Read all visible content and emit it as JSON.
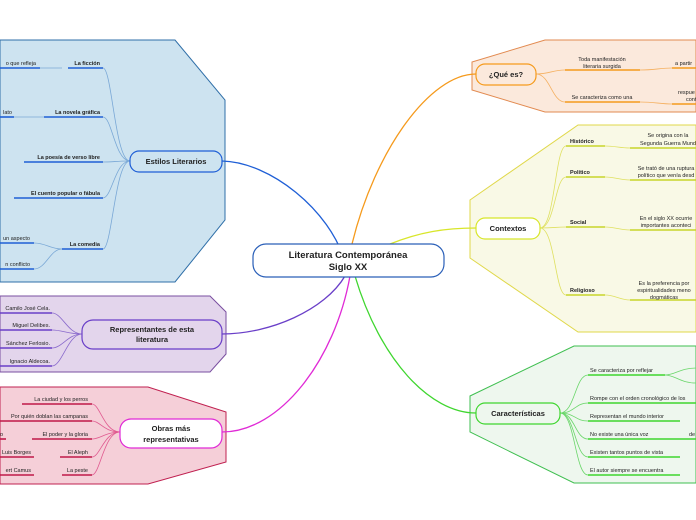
{
  "central": {
    "line1": "Literatura Contemporánea",
    "line2": "Siglo XX"
  },
  "colors": {
    "estilos": "#1f5fd6",
    "representantes": "#6a3fc8",
    "obras": "#e02ad6",
    "que_es": "#f59a1c",
    "contextos": "#d8e62a",
    "caracteristicas": "#3fd62f"
  },
  "estilos": {
    "title": "Estilos Literarios",
    "items": [
      {
        "label": "La ficción",
        "detail": "o que refleja"
      },
      {
        "label": "La novela gráfica",
        "detail": "lato"
      },
      {
        "label": "La poesía de verso libre",
        "detail": ""
      },
      {
        "label": "El cuento popular o fábula",
        "detail": ""
      },
      {
        "label": "La comedia",
        "detail": "un aspecto",
        "detail2": "n conflicto"
      }
    ]
  },
  "representantes": {
    "line1": "Representantes de esta",
    "line2": "literatura",
    "items": [
      "Camilo José Cela.",
      "Miguel Delibes.",
      "Sánchez Ferlosio.",
      "Ignacio Aldecoa."
    ]
  },
  "obras": {
    "line1": "Obras más",
    "line2": "representativas",
    "items": [
      {
        "title": "La ciudad y los perros",
        "author": ""
      },
      {
        "title": "Por quién doblan las campanas",
        "author": ""
      },
      {
        "title": "El poder y la gloria",
        "author": "o"
      },
      {
        "title": "El Aleph",
        "author": "Luis Borges"
      },
      {
        "title": "La peste",
        "author": "ert Camus"
      }
    ]
  },
  "que_es": {
    "title": "¿Qué es?",
    "items": [
      {
        "line1": "Toda manifestación",
        "line2": "literaria surgida",
        "detail": "a partir"
      },
      {
        "line1": "Se caracteriza como una",
        "line2": "",
        "detail": "respue",
        "detail2": "cont"
      }
    ]
  },
  "contextos": {
    "title": "Contextos",
    "items": [
      {
        "label": "Histórico",
        "line1": "Se origina con la",
        "line2": "Segunda Guerra Mund"
      },
      {
        "label": "Político",
        "line1": "Se trató de una ruptura",
        "line2": "político que venía desd"
      },
      {
        "label": "Social",
        "line1": "En el siglo XX ocurrie",
        "line2": "importantes aconteci",
        "line3": ""
      },
      {
        "label": "Religioso",
        "line1": "Es la preferencia por",
        "line2": "espiritualidades meno",
        "line3": "dogmáticas"
      }
    ]
  },
  "caracteristicas": {
    "title": "Características",
    "items": [
      {
        "text": "Se caracteriza por reflejar",
        "tail": ""
      },
      {
        "text": "Rompe con el orden cronológico de los",
        "tail": ""
      },
      {
        "text": "Representan el mundo interior",
        "tail": ""
      },
      {
        "text": "No existe una única voz",
        "tail": "de"
      },
      {
        "text": "Existen tantos puntos de vista",
        "tail": ""
      },
      {
        "text": "El autor siempre se encuentra",
        "tail": ""
      }
    ]
  }
}
